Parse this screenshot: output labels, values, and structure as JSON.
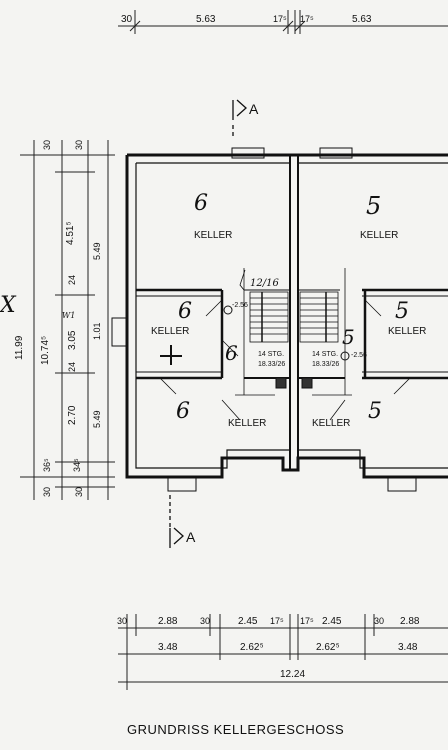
{
  "title": "GRUNDRISS KELLERGESCHOSS",
  "section": {
    "top": "A",
    "bottom": "A"
  },
  "rooms": {
    "keller_left_top": "KELLER",
    "keller_right_top": "KELLER",
    "keller_left_mid": "KELLER",
    "keller_right_mid": "KELLER",
    "keller_left_bottom": "KELLER",
    "keller_right_bottom": "KELLER"
  },
  "handwritten": {
    "left_top": "6",
    "right_top": "5",
    "left_mid": "6",
    "right_mid": "5",
    "left_stair": "6",
    "right_stair": "5",
    "left_bottom": "6",
    "right_bottom": "5",
    "stair_note": "12/16",
    "margin_mark": "X",
    "w1": "W1"
  },
  "stairs": {
    "left": {
      "steps": "14 STG.",
      "size": "18.33/26",
      "level": "-2.56"
    },
    "right": {
      "steps": "14 STG.",
      "size": "18.33/26",
      "level": "-2.56"
    }
  },
  "dims_top": [
    "30",
    "5.63",
    "17⁵",
    "17⁵",
    "5.63"
  ],
  "dims_left_outer": [
    "11.99"
  ],
  "dims_left_mid": [
    "30",
    "4.51⁵",
    "24",
    "3.05",
    "24",
    "2.70",
    "36⁵",
    "30"
  ],
  "dims_left_inner": [
    "30",
    "5.49",
    "1.01",
    "5.49",
    "30",
    "34⁵",
    "10.74⁵"
  ],
  "dims_bottom_row1": [
    "30",
    "2.88",
    "30",
    "2.45",
    "17⁵",
    "17⁵",
    "2.45",
    "30",
    "2.88"
  ],
  "dims_bottom_row2": [
    "3.48",
    "2.62⁵",
    "2.62⁵",
    "3.48"
  ],
  "dims_bottom_total": "12.24"
}
